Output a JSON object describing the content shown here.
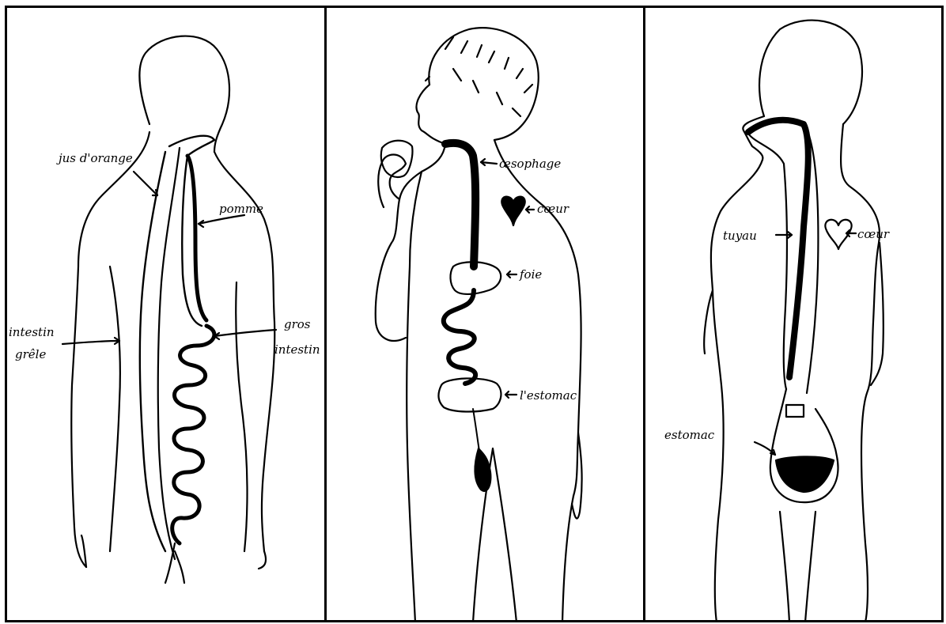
{
  "panels": [
    {
      "labels": {
        "jus_orange": "jus d'orange",
        "pomme": "pomme",
        "intestin_grele_1": "intestin",
        "intestin_grele_2": "grêle",
        "gros_intestin_1": "gros",
        "gros_intestin_2": "intestin"
      }
    },
    {
      "labels": {
        "oesophage": "œsophage",
        "coeur": "cœur",
        "foie": "foie",
        "estomac": "l'estomac"
      }
    },
    {
      "labels": {
        "tuyau": "tuyau",
        "coeur": "cœur",
        "estomac": "estomac"
      }
    }
  ]
}
